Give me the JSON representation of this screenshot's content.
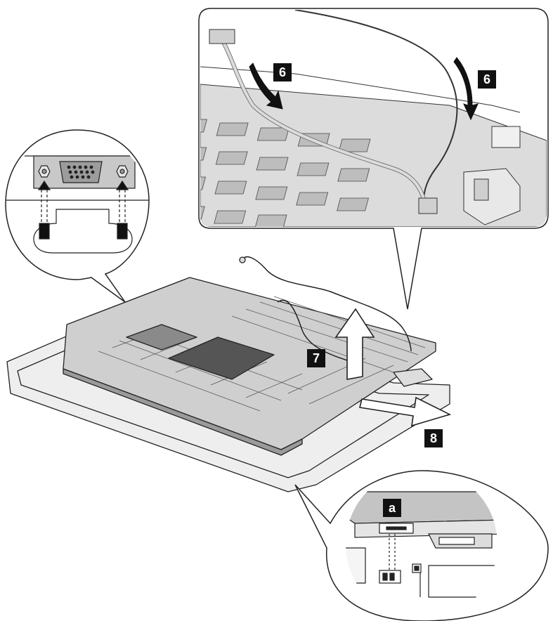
{
  "callouts": {
    "step6_left": "6",
    "step6_right": "6",
    "step7": "7",
    "step8": "8",
    "detail_a": "a"
  },
  "colors": {
    "line": "#222222",
    "board_fill": "#c9c9c9",
    "board_dark": "#9a9a9a",
    "chassis_fill": "#eeeeee",
    "arrow_fill": "#ffffff",
    "label_bg": "#111111",
    "label_text": "#ffffff"
  },
  "icons": [
    "vga-connector-icon",
    "hex-screw-icon",
    "up-arrow-icon",
    "right-arrow-icon",
    "curved-arrow-icon"
  ]
}
